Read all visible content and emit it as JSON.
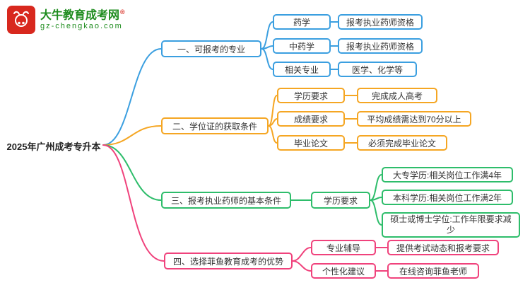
{
  "logo": {
    "title": "大牛教育成考网",
    "reg": "®",
    "subtitle": "gz-chengkao.com"
  },
  "root": {
    "label": "2025年广州成考专升本"
  },
  "colors": {
    "branch1": "#3b9fe0",
    "branch2": "#f5a623",
    "branch3": "#2ebd6b",
    "branch4": "#f0427c",
    "logo_red": "#d8281e",
    "logo_green": "#1e8c1e"
  },
  "branches": [
    {
      "label": "一、可报考的专业",
      "children": [
        {
          "label": "药学",
          "value": "报考执业药师资格"
        },
        {
          "label": "中药学",
          "value": "报考执业药师资格"
        },
        {
          "label": "相关专业",
          "value": "医学、化学等"
        }
      ]
    },
    {
      "label": "二、学位证的获取条件",
      "children": [
        {
          "label": "学历要求",
          "value": "完成成人高考"
        },
        {
          "label": "成绩要求",
          "value": "平均成绩需达到70分以上"
        },
        {
          "label": "毕业论文",
          "value": "必须完成毕业论文"
        }
      ]
    },
    {
      "label": "三、报考执业药师的基本条件",
      "children": [
        {
          "label": "学历要求",
          "leaves": [
            "大专学历:相关岗位工作满4年",
            "本科学历:相关岗位工作满2年",
            "硕士或博士学位:工作年限要求减少"
          ]
        }
      ]
    },
    {
      "label": "四、选择菲鱼教育成考的优势",
      "children": [
        {
          "label": "专业辅导",
          "value": "提供考试动态和报考要求"
        },
        {
          "label": "个性化建议",
          "value": "在线咨询菲鱼老师"
        }
      ]
    }
  ]
}
